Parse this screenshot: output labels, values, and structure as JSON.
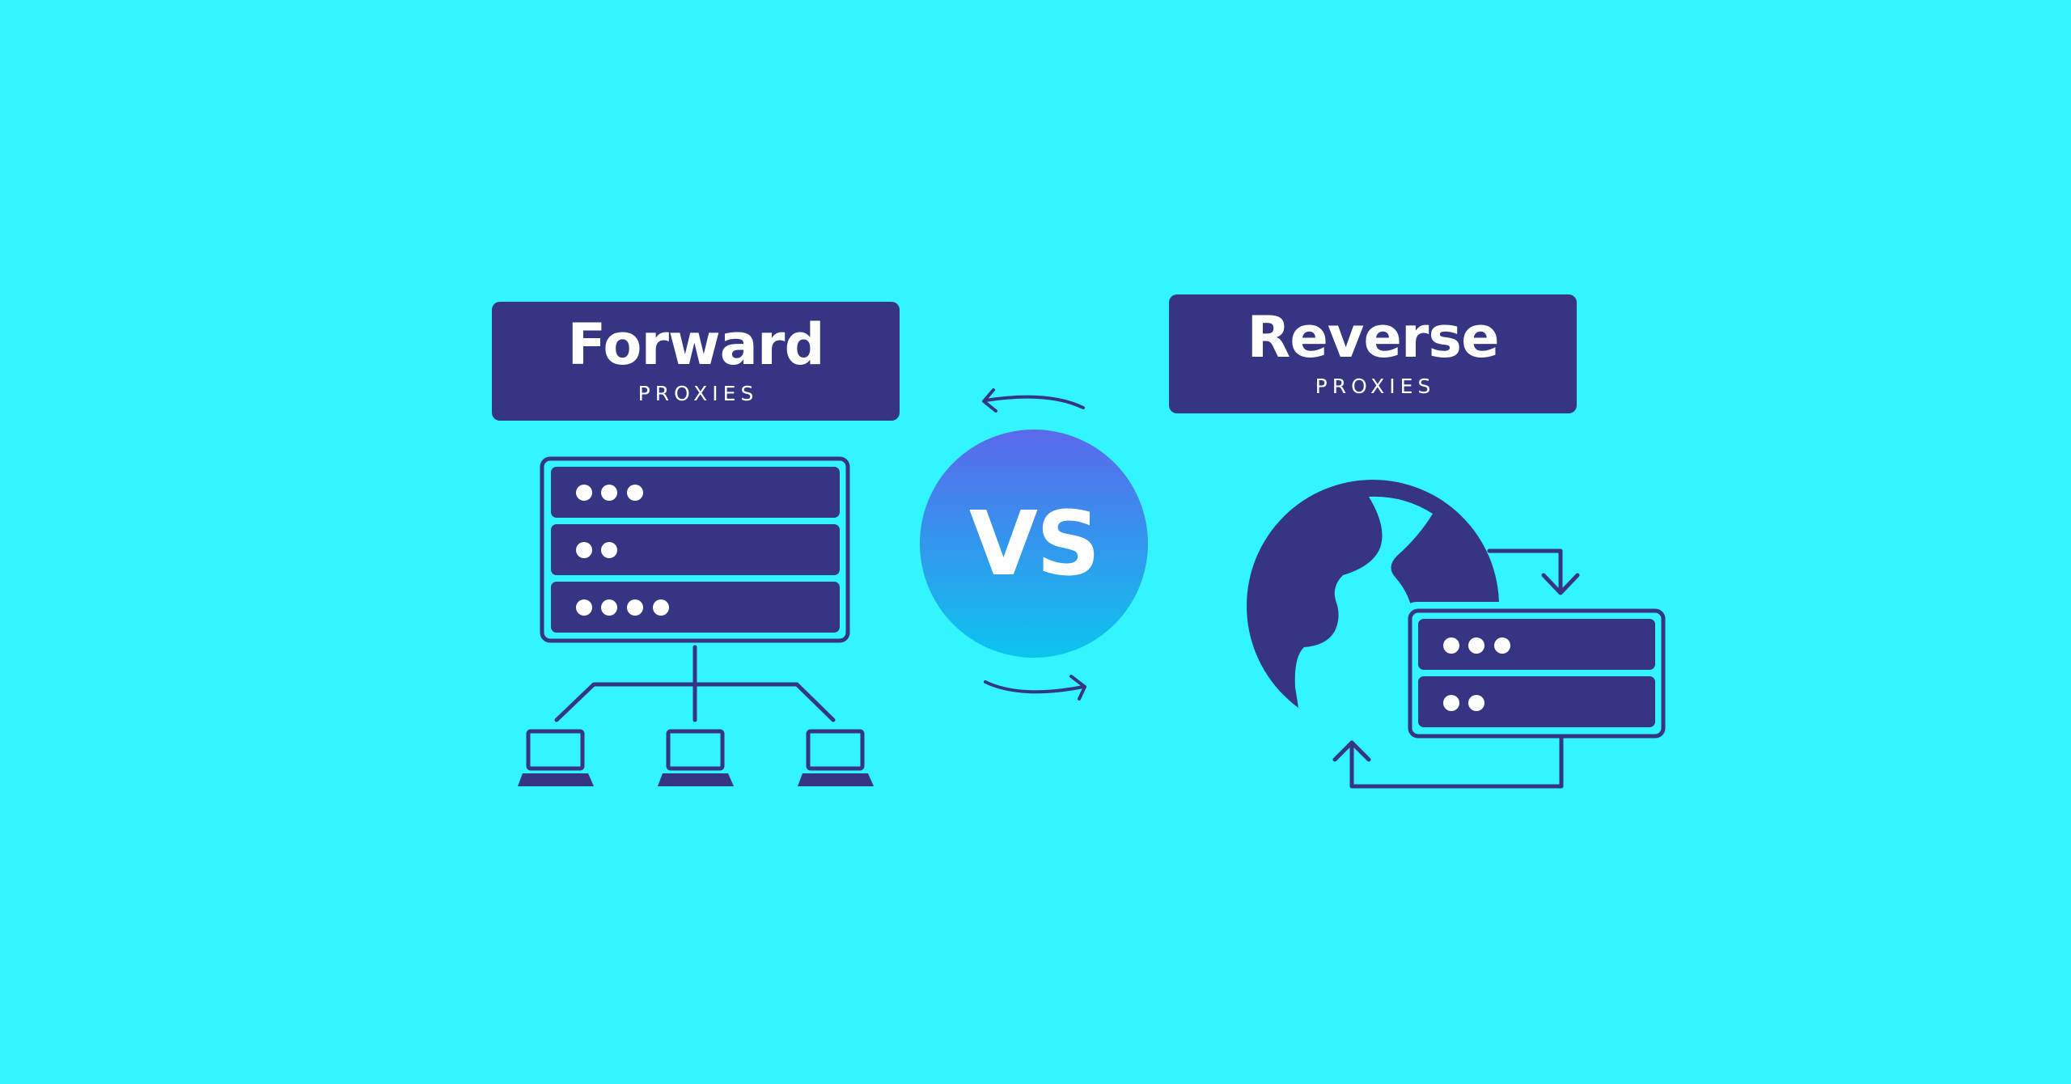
{
  "colors": {
    "background": "#33F5FF",
    "navy": "#353584",
    "dot": "#ffffff",
    "circle_top": "#5B68EC",
    "circle_bottom": "#0BC5EE"
  },
  "forward": {
    "title": "Forward",
    "subtitle": "PROXIES",
    "icons": [
      "server-rack-icon",
      "network-tree-icon",
      "laptop-icon"
    ]
  },
  "reverse": {
    "title": "Reverse",
    "subtitle": "PROXIES",
    "icons": [
      "globe-icon",
      "server-rack-icon",
      "arrow-loop-icon"
    ]
  },
  "center": {
    "label": "VS",
    "icons": [
      "cycle-arrows-icon"
    ]
  }
}
